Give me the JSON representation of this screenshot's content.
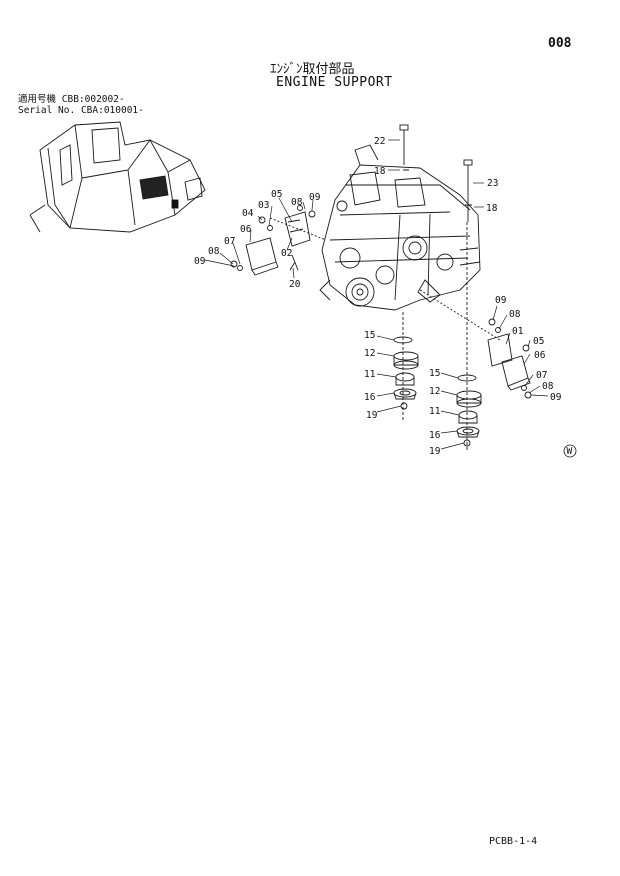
{
  "page": {
    "number": "008",
    "title_jp": "ｴﾝｼﾞﾝ取付部品",
    "title_en": "ENGINE SUPPORT",
    "applicable_label_jp": "適用号機",
    "applicable_code": "CBB:002002-",
    "serial_label": "Serial No.",
    "serial_code": "CBA:010001-",
    "doc_code": "PCBB-1-4",
    "corner_mark": "W"
  },
  "callouts": {
    "c01": "01",
    "c02": "02",
    "c03": "03",
    "c04": "04",
    "c05L": "05",
    "c05R": "05",
    "c06L": "06",
    "c06R": "06",
    "c07L": "07",
    "c07R": "07",
    "c08L": "08",
    "c08Lb": "08",
    "c08R": "08",
    "c08Rb": "08",
    "c09L": "09",
    "c09Lb": "09",
    "c09R": "09",
    "c09Rb": "09",
    "c11L": "11",
    "c11R": "11",
    "c12L": "12",
    "c12R": "12",
    "c15L": "15",
    "c15R": "15",
    "c16L": "16",
    "c16R": "16",
    "c18a": "18",
    "c18b": "18",
    "c19L": "19",
    "c19R": "19",
    "c20": "20",
    "c22": "22",
    "c23": "23"
  }
}
